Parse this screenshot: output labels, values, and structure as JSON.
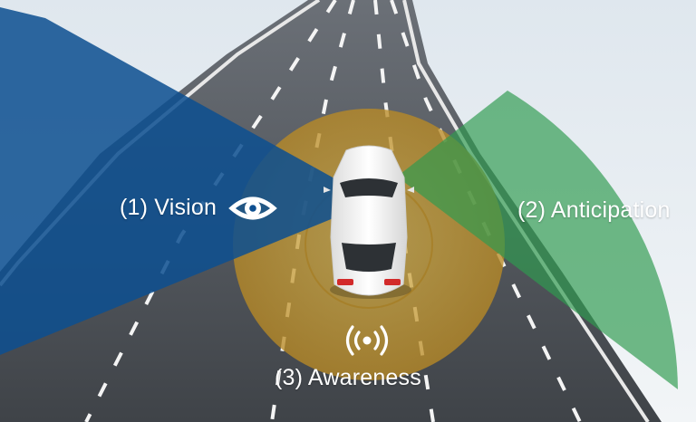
{
  "labels": {
    "vision": "(1) Vision",
    "anticipation": "(2) Anticipation",
    "awareness": "(3) Awareness"
  },
  "icons": {
    "vision": "eye-icon",
    "awareness": "wireless-signal-icon"
  },
  "colors": {
    "sky": "#e7edf1",
    "road": "#4b4f55",
    "lane_marking": "#f4f4f4",
    "vision_zone": "#0f4f8f",
    "anticipation_zone": "#2f9b4f",
    "awareness_zone": "#c59a2f",
    "car_body": "#f6f6f6",
    "text": "#ffffff"
  }
}
